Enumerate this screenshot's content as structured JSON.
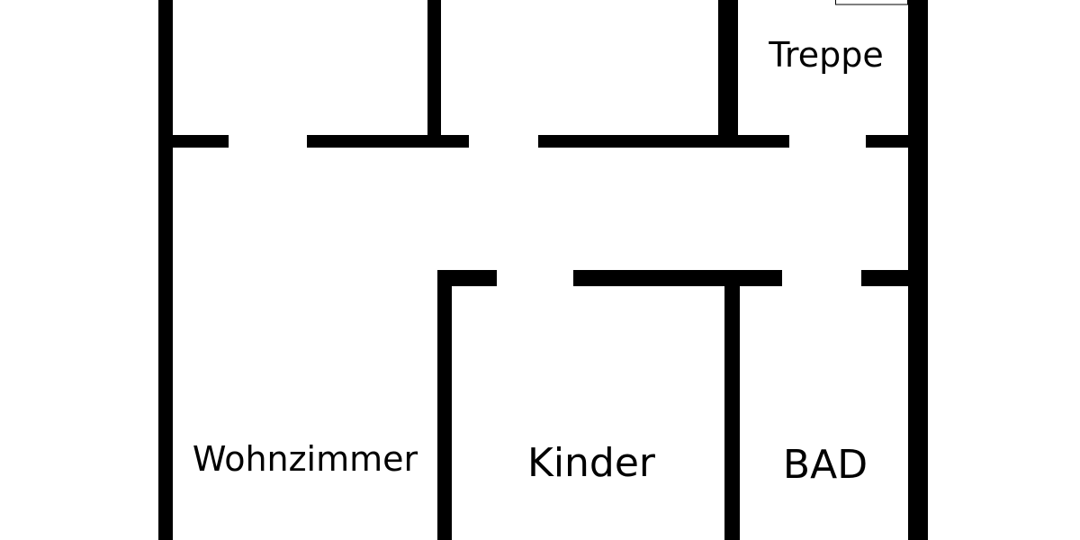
{
  "floorplan": {
    "rooms": {
      "treppe": "Treppe",
      "wohnzimmer": "Wohnzimmer",
      "kinder": "Kinder",
      "bad": "BAD"
    },
    "wall_color": "#000000",
    "background_color": "#ffffff"
  }
}
